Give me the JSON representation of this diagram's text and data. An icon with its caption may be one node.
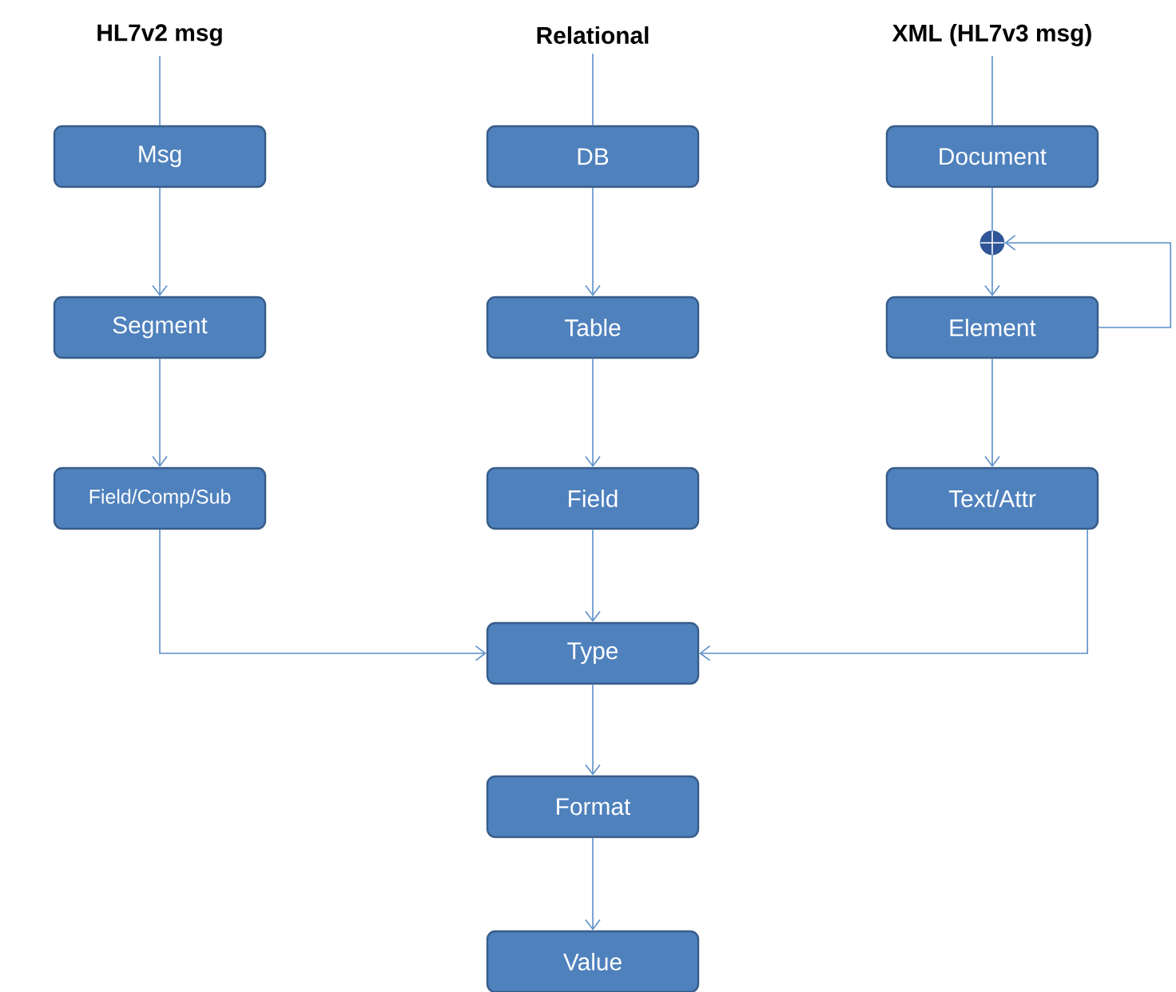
{
  "diagram": {
    "nodes": [
      {
        "text": [
          "HL7v2 msg"
        ]
      },
      {
        "text": [
          "Relational"
        ]
      },
      {
        "text": [
          "XML (HL7v3 msg)"
        ]
      },
      {
        "text": [
          "Msg"
        ]
      },
      {
        "text": [
          "Segment"
        ]
      },
      {
        "text": [
          "Field/Comp/Sub"
        ]
      },
      {
        "text": [
          "DB"
        ]
      },
      {
        "text": [
          "Table"
        ]
      },
      {
        "text": [
          "Field"
        ]
      },
      {
        "text": [
          "Document"
        ]
      },
      {
        "text": [],
        "shape": "circle"
      },
      {
        "text": [
          "Element"
        ]
      },
      {
        "text": [
          "Text/Attr"
        ]
      },
      {
        "text": [
          "Type"
        ]
      },
      {
        "text": [
          "Format"
        ]
      },
      {
        "text": [
          "Value"
        ]
      }
    ],
    "edges": [
      {
        "from": 0,
        "to": 3,
        "arrow": "none"
      },
      {
        "from": 3,
        "to": 4,
        "arrow": "to"
      },
      {
        "from": 4,
        "to": 5,
        "arrow": "to"
      },
      {
        "from": 5,
        "to": 13,
        "arrow": "to"
      },
      {
        "from": 1,
        "to": 6,
        "arrow": "none"
      },
      {
        "from": 6,
        "to": 7,
        "arrow": "to"
      },
      {
        "from": 7,
        "to": 8,
        "arrow": "to"
      },
      {
        "from": 8,
        "to": 13,
        "arrow": "to"
      },
      {
        "from": 2,
        "to": 9,
        "arrow": "none"
      },
      {
        "from": 9,
        "to": 10,
        "arrow": "none"
      },
      {
        "from": 10,
        "to": 11,
        "arrow": "to"
      },
      {
        "from": 11,
        "to": 10,
        "arrow": "to"
      },
      {
        "from": 11,
        "to": 12,
        "arrow": "to"
      },
      {
        "from": 12,
        "to": 13,
        "arrow": "to"
      },
      {
        "from": 13,
        "to": 14,
        "arrow": "to"
      },
      {
        "from": 14,
        "to": 15,
        "arrow": "to"
      }
    ]
  }
}
